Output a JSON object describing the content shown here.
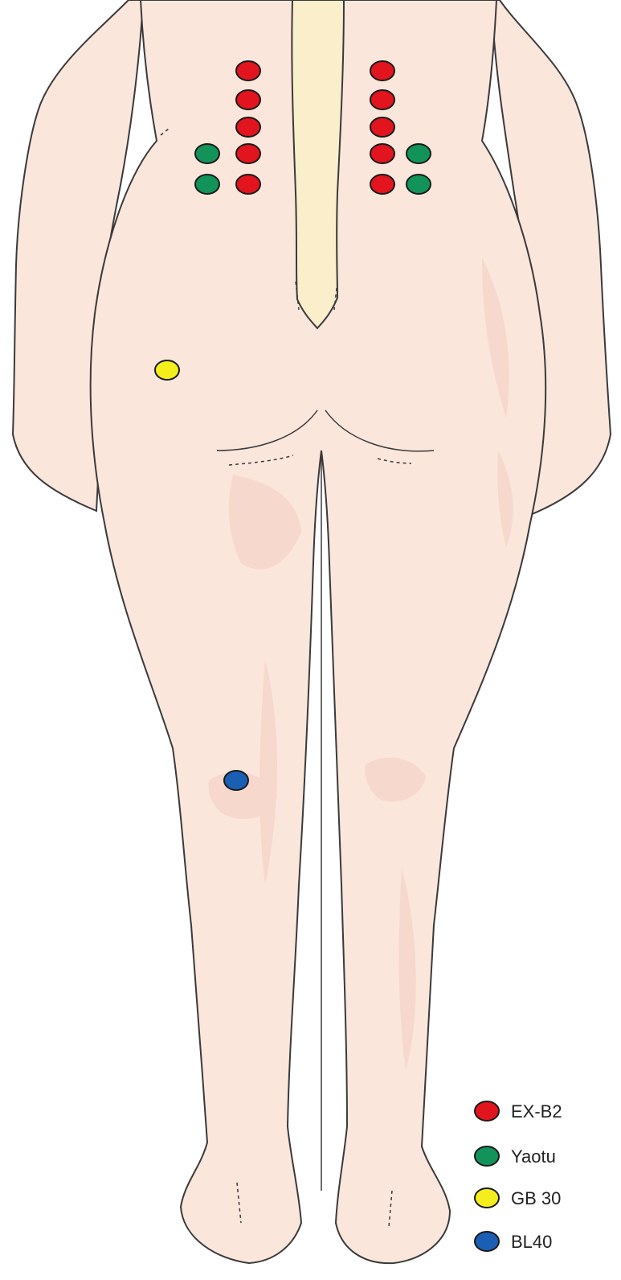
{
  "colors": {
    "skin": "#fbe6dc",
    "skin_shadow": "#f2cdbf",
    "outline": "#3a3a3a",
    "spine": "#faeecb",
    "ex_b2": "#e2141e",
    "yaotu": "#12935a",
    "gb30": "#f4ee1c",
    "bl40": "#1a5fb4"
  },
  "points": [
    {
      "group": "ex_b2",
      "side": "left",
      "level": 1
    },
    {
      "group": "ex_b2",
      "side": "left",
      "level": 2
    },
    {
      "group": "ex_b2",
      "side": "left",
      "level": 3
    },
    {
      "group": "ex_b2",
      "side": "left",
      "level": 4
    },
    {
      "group": "ex_b2",
      "side": "left",
      "level": 5
    },
    {
      "group": "ex_b2",
      "side": "right",
      "level": 1
    },
    {
      "group": "ex_b2",
      "side": "right",
      "level": 2
    },
    {
      "group": "ex_b2",
      "side": "right",
      "level": 3
    },
    {
      "group": "ex_b2",
      "side": "right",
      "level": 4
    },
    {
      "group": "ex_b2",
      "side": "right",
      "level": 5
    },
    {
      "group": "yaotu",
      "side": "left",
      "level": 4
    },
    {
      "group": "yaotu",
      "side": "left",
      "level": 5
    },
    {
      "group": "yaotu",
      "side": "right",
      "level": 4
    },
    {
      "group": "yaotu",
      "side": "right",
      "level": 5
    },
    {
      "group": "gb30",
      "side": "left",
      "level": 0
    },
    {
      "group": "bl40",
      "side": "left",
      "level": 0
    }
  ],
  "legend": [
    {
      "key": "ex_b2",
      "label": "EX-B2"
    },
    {
      "key": "yaotu",
      "label": "Yaotu"
    },
    {
      "key": "gb30",
      "label": "GB 30"
    },
    {
      "key": "bl40",
      "label": "BL40"
    }
  ]
}
